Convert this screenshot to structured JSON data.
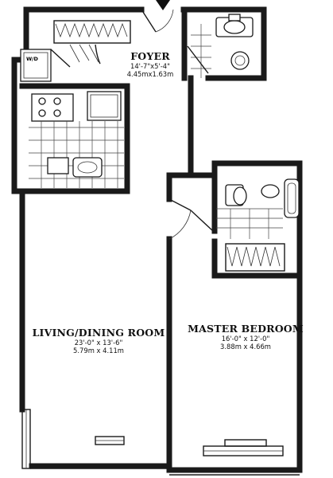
{
  "rooms": {
    "foyer": {
      "name": "FOYER",
      "dim_imperial": "14'-7\"x5'-4\"",
      "dim_metric": "4.45mx1.63m"
    },
    "living": {
      "name": "LIVING/DINING ROOM",
      "dim_imperial": "23'-0\" x 13'-6\"",
      "dim_metric": "5.79m x 4.11m"
    },
    "bedroom": {
      "name": "MASTER BEDROOM",
      "dim_imperial": "16'-0\" x 12'-0\"",
      "dim_metric": "3.88m x 4.66m"
    }
  },
  "appliance": {
    "washer_dryer_label": "W/D"
  },
  "entrance": {
    "icon": "entry-arrow-icon"
  }
}
